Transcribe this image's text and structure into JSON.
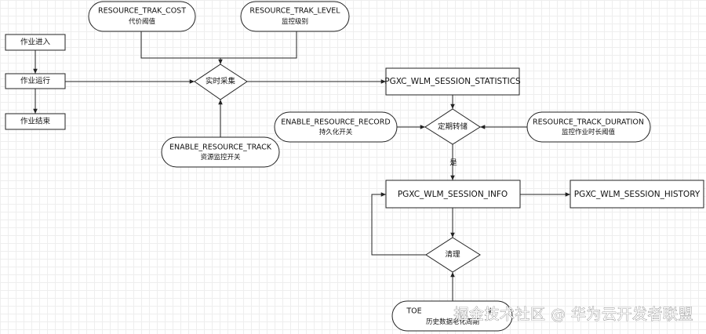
{
  "nodes": {
    "job_enter": "作业进入",
    "job_running": "作业运行",
    "job_end": "作业结束",
    "cost": {
      "title": "RESOURCE_TRAK_COST",
      "subtitle": "代价阈值"
    },
    "level": {
      "title": "RESOURCE_TRAK_LEVEL",
      "subtitle": "监控级别"
    },
    "realtime_collect": "实时采集",
    "enable_track": {
      "title": "ENABLE_RESOURCE_TRACK",
      "subtitle": "资源监控开关"
    },
    "session_statistics": "PGXC_WLM_SESSION_STATISTICS",
    "enable_record": {
      "title": "ENABLE_RESOURCE_RECORD",
      "subtitle": "持久化开关"
    },
    "periodic_dump": "定期转储",
    "track_duration": {
      "title": "RESOURCE_TRACK_DURATION",
      "subtitle": "监控作业时长阈值"
    },
    "yes_label": "是",
    "session_info": "PGXC_WLM_SESSION_INFO",
    "session_history": "PGXC_WLM_SESSION_HISTORY",
    "cleanup": "清理",
    "bottom": {
      "title": "TOE",
      "title_suffix": "N",
      "subtitle": "历史数据老化周期"
    }
  },
  "watermark": "掘金技术社区 @ 华为云开发者联盟",
  "colors": {
    "stroke": "#222222",
    "fill": "#ffffff",
    "grid": "#eeeeee"
  }
}
